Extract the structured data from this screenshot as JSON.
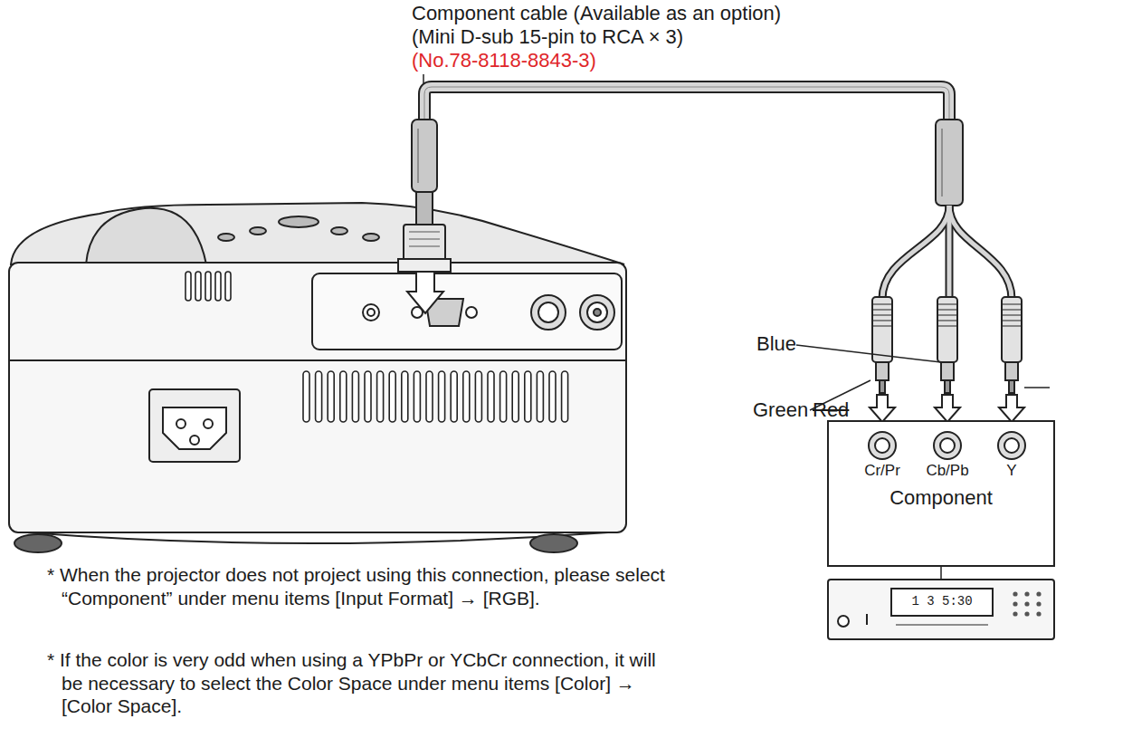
{
  "diagram": {
    "nodes": [
      {
        "text": [
          "Component"
        ]
      }
    ],
    "labels": [
      "Component cable (Available as an option)",
      "(Mini D-sub 15-pin to RCA × 3)",
      "(No.78-8118-8843-3)",
      "Blue",
      "Green",
      "Red",
      "Cr/Pr",
      "Cb/Pb",
      "Y",
      "1 3 5:30",
      "* When the projector does not project using this connection, please select “Component” under menu items [Input Format] → [RGB].",
      "* If the color is very odd when using a YPbPr or YCbCr connection, it will be necessary to select the Color Space under menu items [Color] → [Color Space]."
    ]
  }
}
